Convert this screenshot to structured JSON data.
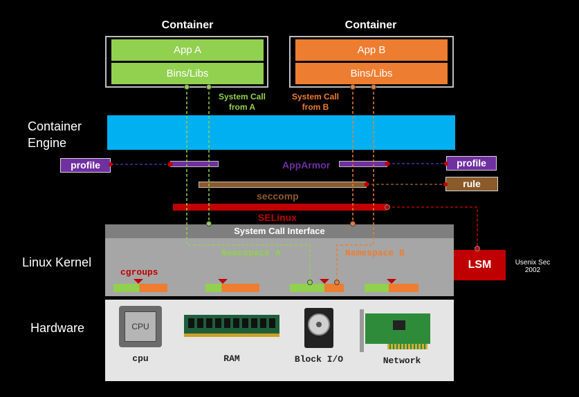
{
  "containers": [
    {
      "title": "Container",
      "app": "App A",
      "libs": "Bins/Libs",
      "syscall": "System Call",
      "from": "from A"
    },
    {
      "title": "Container",
      "app": "App B",
      "libs": "Bins/Libs",
      "syscall": "System Call",
      "from": "from B"
    }
  ],
  "layers": {
    "container_engine": "Container\nEngine",
    "linux_kernel": "Linux Kernel",
    "hardware": "Hardware"
  },
  "security": {
    "profile_left": "profile",
    "profile_right": "profile",
    "apparmor": "AppArmor",
    "rule": "rule",
    "seccomp": "seccomp",
    "selinux": "SELinux",
    "lsm": "LSM",
    "lsm_note": "Usenix Sec\n2002"
  },
  "kernel": {
    "syscall_interface": "System Call Interface",
    "namespace_a": "Namespace A",
    "namespace_b": "Namespace B",
    "cgroups": "cgroups"
  },
  "hardware_items": [
    {
      "label": "cpu",
      "icon": "cpu-icon"
    },
    {
      "label": "RAM",
      "icon": "ram-icon"
    },
    {
      "label": "Block I/O",
      "icon": "hard-disk-icon"
    },
    {
      "label": "Network",
      "icon": "network-card-icon"
    }
  ],
  "colors": {
    "app_a": "#92d050",
    "app_b": "#ed7d31",
    "engine": "#00b0f0",
    "apparmor": "#7030a0",
    "seccomp": "#8b5a2b",
    "selinux": "#c00000",
    "kernel_bg": "#a6a6a6",
    "hardware_bg": "#e5e5e5"
  }
}
